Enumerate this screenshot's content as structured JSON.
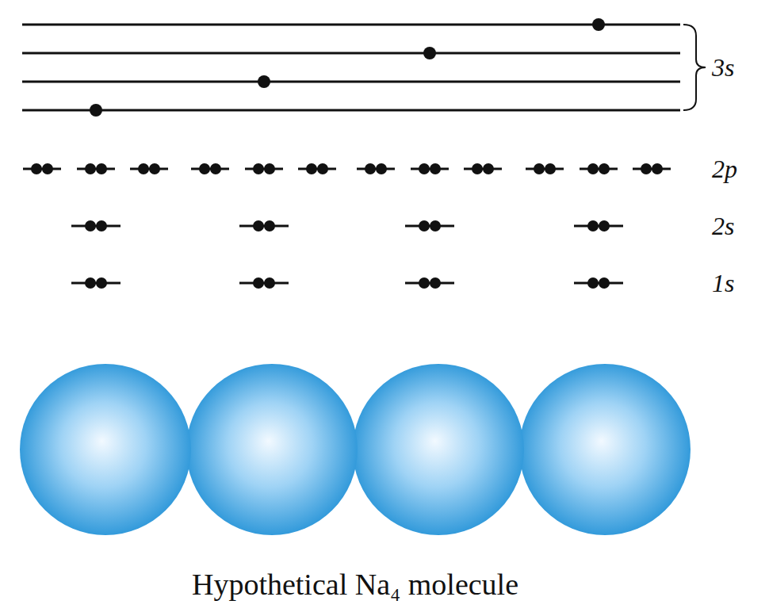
{
  "diagram": {
    "caption": "Hypothetical Na₄ molecule",
    "labels": [
      "3s",
      "2p",
      "2s",
      "1s"
    ]
  }
}
